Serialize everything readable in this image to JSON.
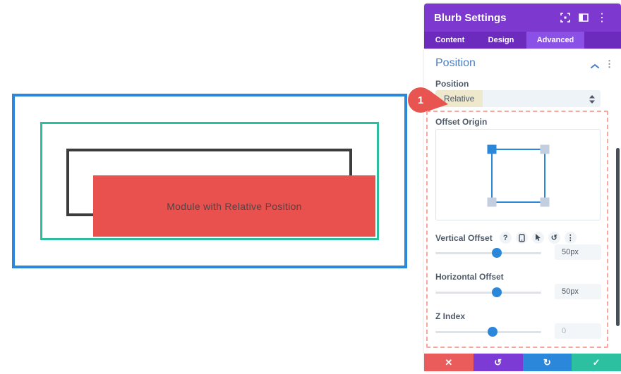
{
  "panel": {
    "title": "Blurb Settings",
    "tabs": [
      {
        "label": "Content",
        "active": false
      },
      {
        "label": "Design",
        "active": false
      },
      {
        "label": "Advanced",
        "active": true
      }
    ],
    "section_title": "Position",
    "fields": {
      "position": {
        "label": "Position",
        "value": "Relative"
      },
      "offset_origin": {
        "label": "Offset Origin",
        "selected_corner": "top-left"
      },
      "vertical_offset": {
        "label": "Vertical Offset",
        "value": "50px"
      },
      "horizontal_offset": {
        "label": "Horizontal Offset",
        "value": "50px"
      },
      "z_index": {
        "label": "Z Index",
        "placeholder": "0"
      }
    }
  },
  "canvas": {
    "module_text": "Module with Relative Position"
  },
  "annotation": {
    "step": "1"
  },
  "icons": {
    "menu_dots": "⋮",
    "help": "?",
    "undo": "↺",
    "redo": "↻",
    "close": "✕",
    "check": "✓"
  },
  "colors": {
    "header_purple": "#7c38cf",
    "tabbar_purple": "#6c2bbc",
    "active_tab_purple": "#8b50e5",
    "accent_blue": "#2b87da",
    "section_title_blue": "#4a7cc2",
    "canvas_teal": "#2cbf9e",
    "canvas_dark": "#3c3c3c",
    "module_red": "#e8514e",
    "annotation_red": "#e8544f",
    "dashed_highlight": "#f8a79d",
    "value_highlight_beige": "#eee9cd",
    "btn_discard": "#ea5b5b",
    "btn_undo": "#7d3bd5",
    "btn_redo": "#2b87da",
    "btn_save": "#2cbfa0"
  }
}
